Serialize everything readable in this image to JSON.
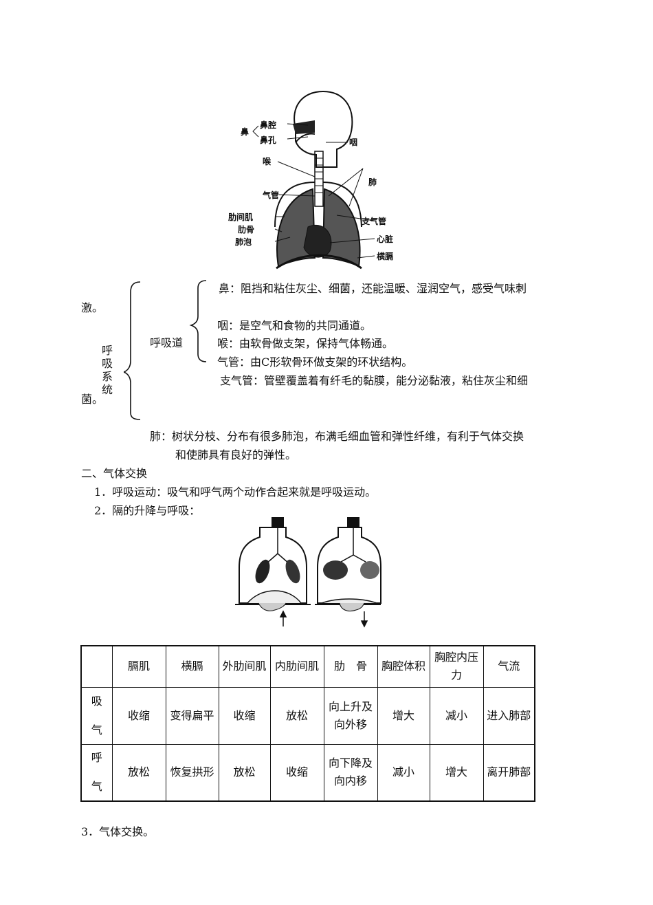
{
  "figure1": {
    "labels": {
      "nose_group": "鼻",
      "nasal_cavity": "鼻腔",
      "nostril": "鼻孔",
      "pharynx": "咽",
      "larynx": "喉",
      "lung": "肺",
      "trachea": "气管",
      "intercostal": "肋间肌",
      "rib": "肋骨",
      "alveoli": "肺泡",
      "bronchus": "支气管",
      "heart": "心脏",
      "diaphragm": "横膈"
    }
  },
  "outline": {
    "system_label": "呼吸系统",
    "tract_label": "呼吸道",
    "nose_line1": "鼻：阻挡和粘住灰尘、细菌，还能温暖、湿润空气，感受气味刺",
    "nose_line2": "激。",
    "pharynx": "咽：是空气和食物的共同通道。",
    "larynx": "喉：由软骨做支架，保持气体畅通。",
    "trachea": "气管：由C形软骨环做支架的环状结构。",
    "bronchus_line1": "支气管：管壁覆盖着有纤毛的黏膜，能分泌黏液，粘住灰尘和细",
    "bronchus_line2": "菌。",
    "lung_line1": "肺：树状分枝、分布有很多肺泡，布满毛细血管和弹性纤维，有利于气体交换",
    "lung_line2": "和使肺具有良好的弹性。"
  },
  "section2": {
    "heading": "二、气体交换",
    "item1": "1．呼吸运动：吸气和呼气两个动作合起来就是呼吸运动。",
    "item2": "2．隔的升降与呼吸：",
    "item3": "3．气体交换。"
  },
  "table": {
    "headers": [
      "",
      "膈肌",
      "横膈",
      "外肋间肌",
      "内肋间肌",
      "肋　骨",
      "胸腔体积",
      "胸腔内压力",
      "气流"
    ],
    "rows": [
      {
        "label_top": "吸",
        "label_bottom": "气",
        "cells": [
          "收缩",
          "变得扁平",
          "收缩",
          "放松",
          "向上升及向外移",
          "增大",
          "减小",
          "进入肺部"
        ]
      },
      {
        "label_top": "呼",
        "label_bottom": "气",
        "cells": [
          "放松",
          "恢复拱形",
          "放松",
          "收缩",
          "向下降及向内移",
          "减小",
          "增大",
          "离开肺部"
        ]
      }
    ]
  }
}
